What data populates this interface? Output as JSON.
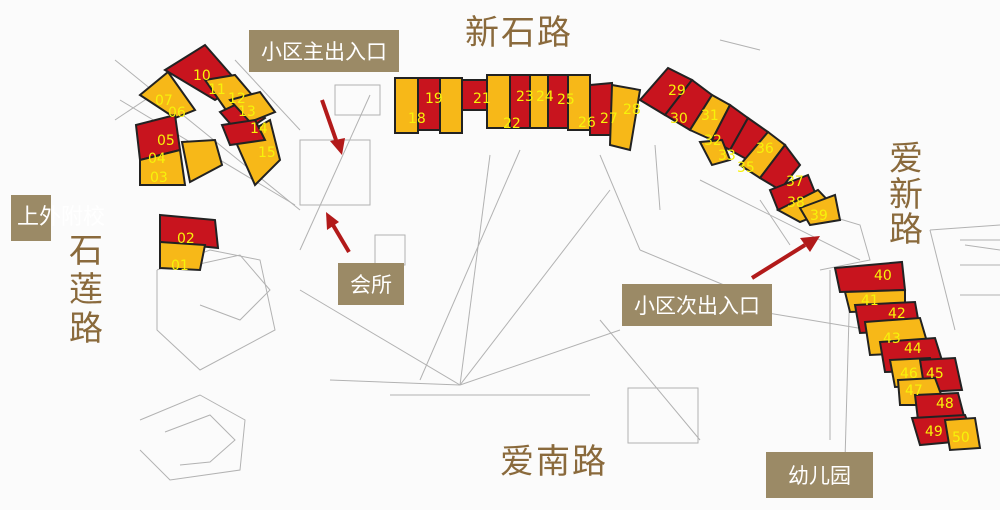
{
  "roads": {
    "north": "新石路",
    "east": "爱新路",
    "south": "爱南路",
    "west": "石莲路"
  },
  "labels": {
    "main_entrance": "小区主出入口",
    "clubhouse": "会所",
    "secondary_entrance": "小区次出入口",
    "kindergarten": "幼儿园",
    "school": "上外附校"
  },
  "colors": {
    "red_unit": "#c8141e",
    "yellow_unit": "#f7b818",
    "number_text": "#f7f20a",
    "label_background": "#9b8a66",
    "road_text": "#8a6a3c",
    "arrow": "#b21a1a"
  },
  "units": [
    {
      "no": "01",
      "color": "yellow"
    },
    {
      "no": "02",
      "color": "red"
    },
    {
      "no": "03",
      "color": "yellow"
    },
    {
      "no": "04",
      "color": "red"
    },
    {
      "no": "05",
      "color": "yellow"
    },
    {
      "no": "06",
      "color": "red"
    },
    {
      "no": "07",
      "color": "yellow"
    },
    {
      "no": "10",
      "color": "red"
    },
    {
      "no": "11",
      "color": "yellow"
    },
    {
      "no": "12",
      "color": "red"
    },
    {
      "no": "13",
      "color": "yellow"
    },
    {
      "no": "14",
      "color": "red"
    },
    {
      "no": "15",
      "color": "yellow"
    },
    {
      "no": "18",
      "color": "yellow"
    },
    {
      "no": "19",
      "color": "red"
    },
    {
      "no": "21",
      "color": "red"
    },
    {
      "no": "22",
      "color": "yellow"
    },
    {
      "no": "23",
      "color": "red"
    },
    {
      "no": "24",
      "color": "yellow"
    },
    {
      "no": "25",
      "color": "red"
    },
    {
      "no": "26",
      "color": "yellow"
    },
    {
      "no": "27",
      "color": "yellow"
    },
    {
      "no": "28",
      "color": "red"
    },
    {
      "no": "29",
      "color": "red"
    },
    {
      "no": "30",
      "color": "yellow"
    },
    {
      "no": "31",
      "color": "red"
    },
    {
      "no": "32",
      "color": "yellow"
    },
    {
      "no": "33",
      "color": "red"
    },
    {
      "no": "35",
      "color": "yellow"
    },
    {
      "no": "36",
      "color": "red"
    },
    {
      "no": "37",
      "color": "red"
    },
    {
      "no": "38",
      "color": "yellow"
    },
    {
      "no": "39",
      "color": "yellow"
    },
    {
      "no": "40",
      "color": "red"
    },
    {
      "no": "41",
      "color": "yellow"
    },
    {
      "no": "42",
      "color": "red"
    },
    {
      "no": "43",
      "color": "yellow"
    },
    {
      "no": "44",
      "color": "red"
    },
    {
      "no": "45",
      "color": "red"
    },
    {
      "no": "46",
      "color": "yellow"
    },
    {
      "no": "47",
      "color": "yellow"
    },
    {
      "no": "48",
      "color": "red"
    },
    {
      "no": "49",
      "color": "red"
    },
    {
      "no": "50",
      "color": "yellow"
    }
  ]
}
